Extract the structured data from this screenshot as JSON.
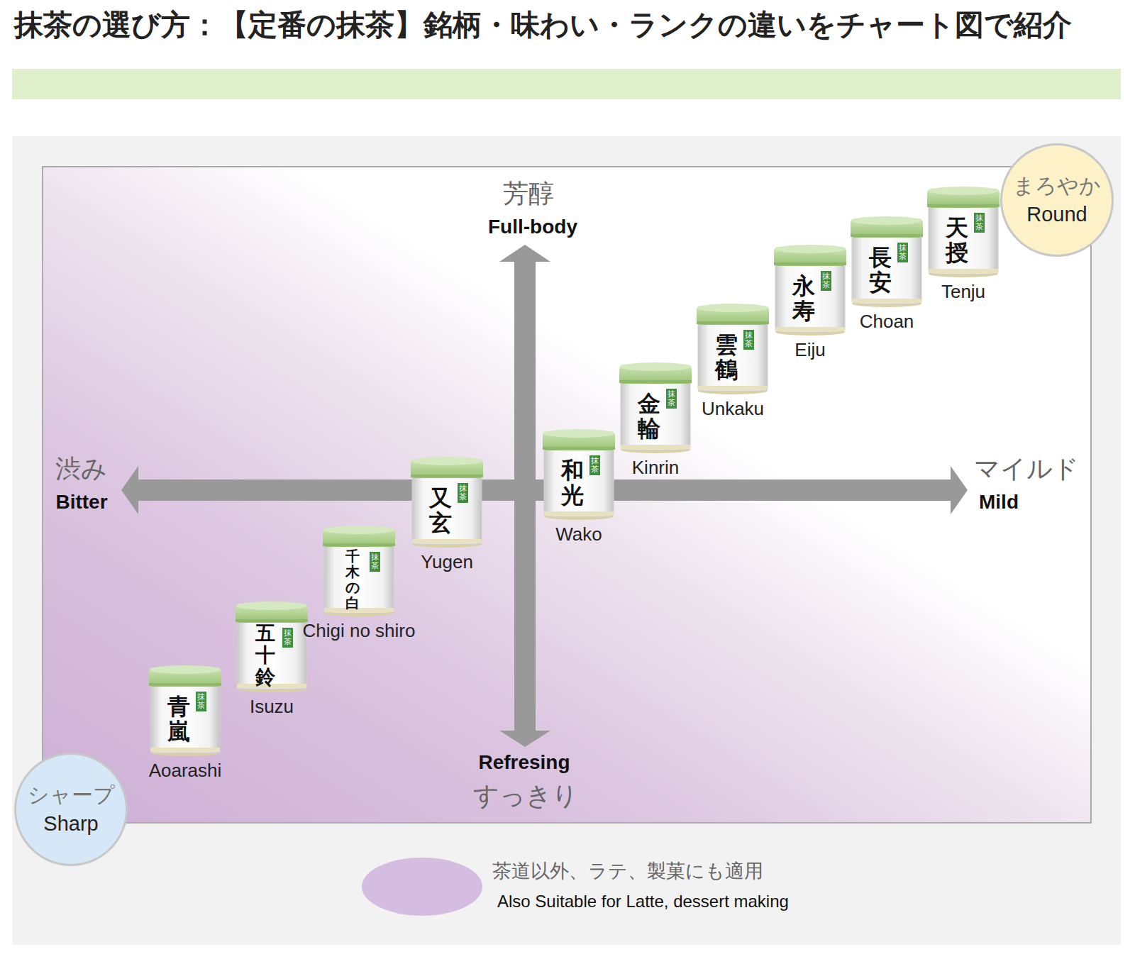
{
  "diagram": {
    "title": "抹茶の選び方：【定番の抹茶】銘柄・味わい・ランクの違いをチャート図で紹介",
    "nodes": [
      {
        "text": [
          "青嵐",
          "抹茶",
          "Aoarashi"
        ]
      },
      {
        "text": [
          "五十鈴",
          "抹茶",
          "Isuzu"
        ]
      },
      {
        "text": [
          "千木の白",
          "抹茶",
          "Chigi no shiro"
        ]
      },
      {
        "text": [
          "又玄",
          "抹茶",
          "Yugen"
        ]
      },
      {
        "text": [
          "和光",
          "抹茶",
          "Wako"
        ]
      },
      {
        "text": [
          "金輪",
          "抹茶",
          "Kinrin"
        ]
      },
      {
        "text": [
          "雲鶴",
          "抹茶",
          "Unkaku"
        ]
      },
      {
        "text": [
          "永寿",
          "抹茶",
          "Eiju"
        ]
      },
      {
        "text": [
          "長安",
          "抹茶",
          "Choan"
        ]
      },
      {
        "text": [
          "天授",
          "抹茶",
          "Tenju"
        ]
      },
      {
        "text": [
          "まろやか",
          "Round"
        ]
      },
      {
        "text": [
          "シャープ",
          "Sharp"
        ]
      }
    ],
    "labels": [
      "芳醇",
      "Full-body",
      "渋み",
      "Bitter",
      "マイルド",
      "Mild",
      "Refresing",
      "すっきり",
      "Also Suitable for Latte, dessert making"
    ],
    "legend": [
      {
        "text": "茶道以外、ラテ、製菓にも適用",
        "color": "#d4bde0"
      }
    ]
  }
}
